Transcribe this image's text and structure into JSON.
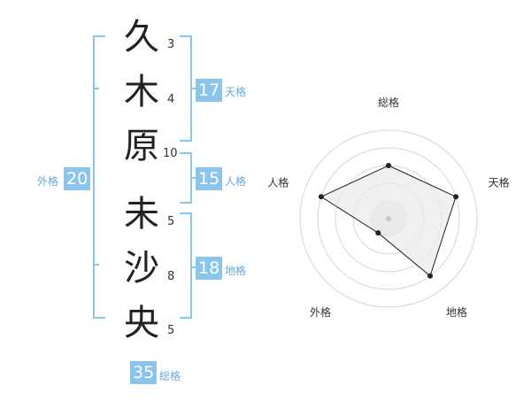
{
  "name": {
    "chars": [
      "久",
      "木",
      "原",
      "未",
      "沙",
      "央"
    ],
    "strokes": [
      "3",
      "4",
      "10",
      "5",
      "8",
      "5"
    ]
  },
  "fortunes": {
    "tenkaku": {
      "label": "天格",
      "value": "17"
    },
    "jinkaku": {
      "label": "人格",
      "value": "15"
    },
    "chikaku": {
      "label": "地格",
      "value": "18"
    },
    "gaikaku": {
      "label": "外格",
      "value": "20"
    },
    "soukaku": {
      "label": "総格",
      "value": "35"
    }
  },
  "chart_data": {
    "type": "radar",
    "axes": [
      "総格",
      "天格",
      "地格",
      "外格",
      "人格"
    ],
    "values": [
      3.0,
      4.0,
      4.0,
      1.0,
      4.0
    ],
    "rmax": 5,
    "rings": 5,
    "colors": {
      "fill": "#ebebeb",
      "line": "#222222",
      "ring": "#d6d6d6"
    }
  }
}
